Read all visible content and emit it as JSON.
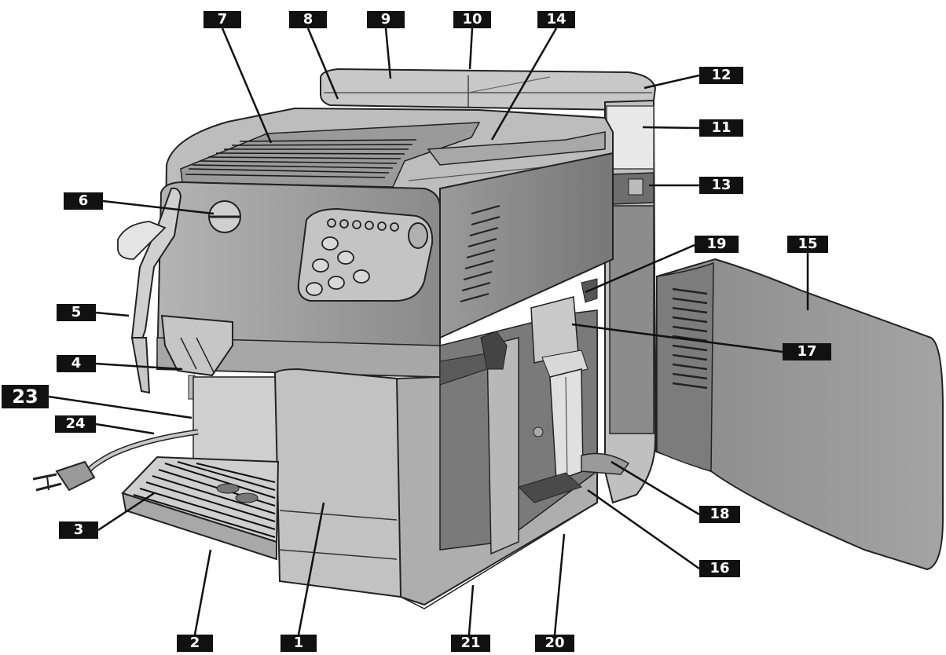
{
  "diagram": {
    "labels": [
      {
        "id": "1",
        "text": "1"
      },
      {
        "id": "2",
        "text": "2"
      },
      {
        "id": "3",
        "text": "3"
      },
      {
        "id": "4",
        "text": "4"
      },
      {
        "id": "5",
        "text": "5"
      },
      {
        "id": "6",
        "text": "6"
      },
      {
        "id": "7",
        "text": "7"
      },
      {
        "id": "8",
        "text": "8"
      },
      {
        "id": "9",
        "text": "9"
      },
      {
        "id": "10",
        "text": "10"
      },
      {
        "id": "11",
        "text": "11"
      },
      {
        "id": "12",
        "text": "12"
      },
      {
        "id": "13",
        "text": "13"
      },
      {
        "id": "14",
        "text": "14"
      },
      {
        "id": "15",
        "text": "15"
      },
      {
        "id": "16",
        "text": "16"
      },
      {
        "id": "17",
        "text": "17"
      },
      {
        "id": "18",
        "text": "18"
      },
      {
        "id": "19",
        "text": "19"
      },
      {
        "id": "20",
        "text": "20"
      },
      {
        "id": "21",
        "text": "21"
      },
      {
        "id": "23",
        "text": "23"
      },
      {
        "id": "24",
        "text": "24"
      }
    ]
  }
}
